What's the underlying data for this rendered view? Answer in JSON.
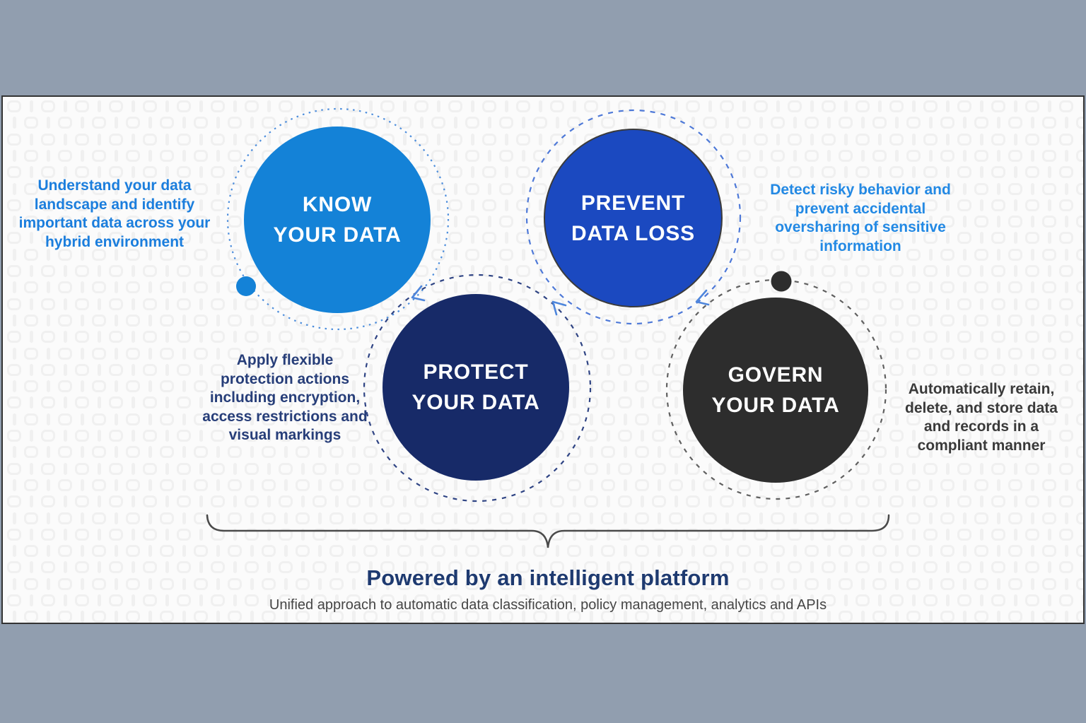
{
  "page": {
    "background_color": "#919EAF",
    "card_background": "#FBFBFB",
    "card_border_color": "#333333",
    "pattern": {
      "type": "binary-0-1 motif",
      "color": "#F0F0F0"
    }
  },
  "circles": {
    "know": {
      "label_line1": "KNOW",
      "label_line2": "YOUR DATA",
      "fill": "#1482D7"
    },
    "prevent": {
      "label_line1": "PREVENT",
      "label_line2": "DATA LOSS",
      "fill": "#1B49C0"
    },
    "protect": {
      "label_line1": "PROTECT",
      "label_line2": "YOUR DATA",
      "fill": "#172A68"
    },
    "govern": {
      "label_line1": "GOVERN",
      "label_line2": "YOUR DATA",
      "fill": "#2D2D2D"
    }
  },
  "notes": {
    "understand": {
      "color": "#1B7EDD",
      "lines": [
        "Understand your data",
        "landscape and identify",
        "important data across your",
        "hybrid environment"
      ]
    },
    "detect": {
      "color": "#2389E4",
      "lines": [
        "Detect risky behavior and",
        "prevent accidental",
        "oversharing of sensitive",
        "information"
      ]
    },
    "apply": {
      "color": "#273E79",
      "lines": [
        "Apply flexible",
        "protection actions",
        "including encryption,",
        "access restrictions and",
        "visual markings"
      ]
    },
    "retain": {
      "color": "#3A3A3A",
      "lines": [
        "Automatically retain,",
        "delete, and store data",
        "and records in a",
        "compliant manner"
      ]
    }
  },
  "footer": {
    "title": "Powered by an intelligent platform",
    "title_color": "#1E3A70",
    "subtitle": "Unified approach to automatic data classification, policy management, analytics and APIs",
    "subtitle_color": "#454545",
    "brace_color": "#4A4A4A"
  }
}
